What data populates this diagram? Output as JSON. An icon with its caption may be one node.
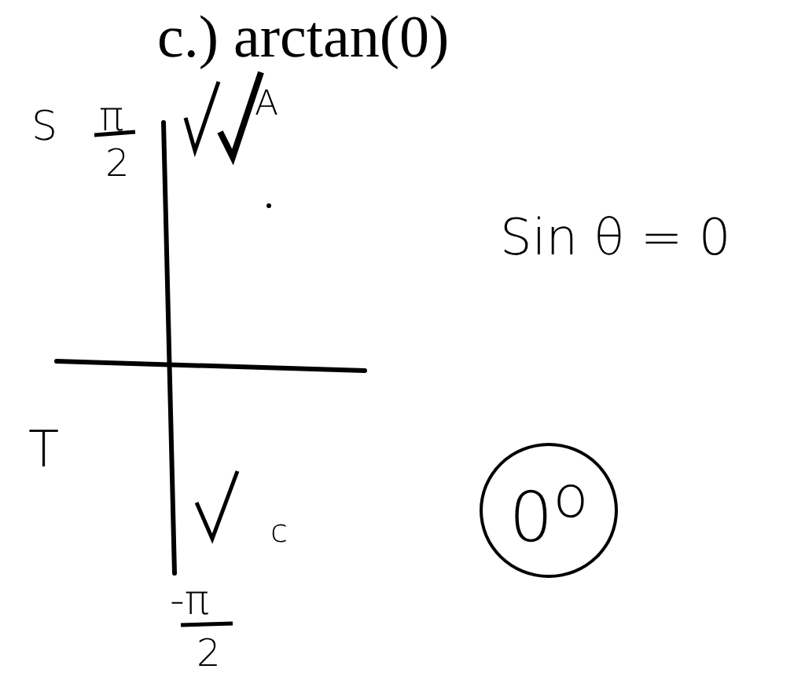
{
  "diagram": {
    "title": "c.) arctan(0)",
    "nodes": [
      {
        "text": [
          "0$^{o}$"
        ]
      }
    ],
    "labels": [
      "S",
      "π",
      "2",
      "A",
      "Sin θ = 0",
      "T",
      "c",
      "-π",
      "2"
    ]
  }
}
